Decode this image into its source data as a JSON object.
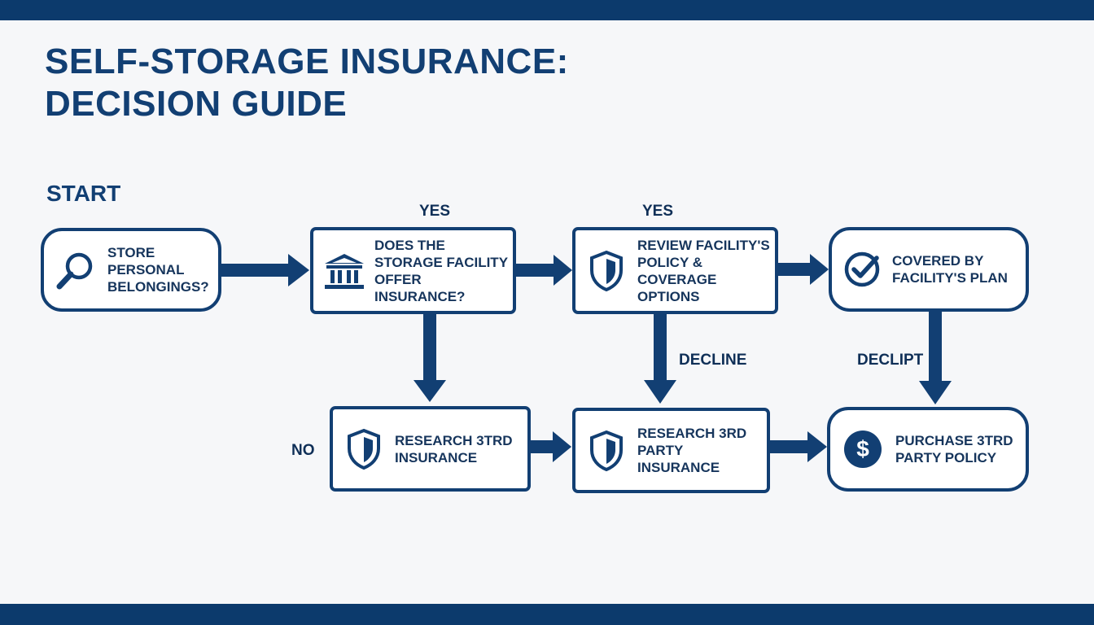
{
  "title": {
    "line1": "SELF-STORAGE INSURANCE:",
    "line2": "DECISION GUIDE"
  },
  "start_label": "START",
  "nodes": {
    "store": {
      "text": "STORE PERSONAL BELONGINGS?",
      "icon": "magnifier-icon"
    },
    "offer": {
      "text": "DOES THE STORAGE FACILITY OFFER INSURANCE?",
      "icon": "bank-building-icon"
    },
    "review": {
      "text": "REVIEW FACILITY'S POLICY & COVERAGE OPTIONS",
      "icon": "shield-icon"
    },
    "covered": {
      "text": "COVERED BY FACILITY'S PLAN",
      "icon": "checkmark-circle-icon"
    },
    "research1": {
      "text": "RESEARCH 3TRD INSURANCE",
      "icon": "shield-icon"
    },
    "research2": {
      "text": "RESEARCH 3RD PARTY INSURANCE",
      "icon": "shield-icon"
    },
    "purchase": {
      "text": "PURCHASE 3TRD PARTY POLICY",
      "icon": "dollar-circle-icon"
    }
  },
  "edge_labels": {
    "yes1": "YES",
    "yes2": "YES",
    "decline": "DECLINE",
    "declipt": "DECLIPT",
    "no": "NO"
  },
  "colors": {
    "primary": "#123f73",
    "bar": "#0c3a6c",
    "background": "#f6f7f9"
  }
}
